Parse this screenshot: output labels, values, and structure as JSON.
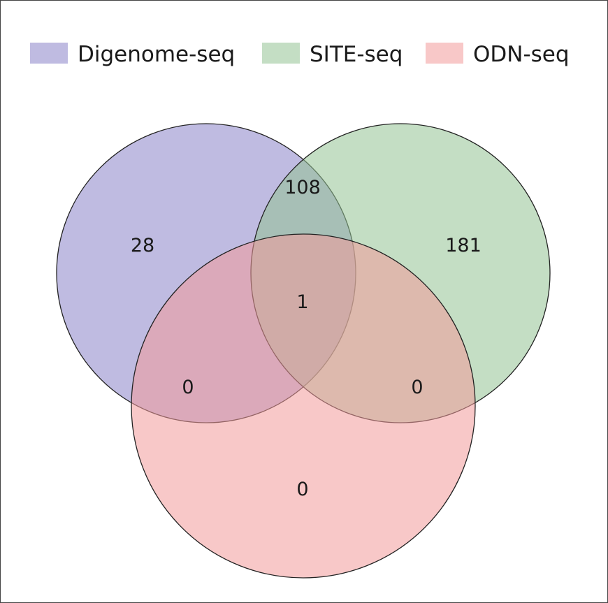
{
  "sets": [
    {
      "key": "A",
      "name": "Digenome-seq",
      "color": "#8b84c8"
    },
    {
      "key": "B",
      "name": "SITE-seq",
      "color": "#93c293"
    },
    {
      "key": "C",
      "name": "ODN-seq",
      "color": "#f29a9a"
    }
  ],
  "regions": {
    "A_only": "28",
    "B_only": "181",
    "C_only": "0",
    "AB": "108",
    "AC": "0",
    "BC": "0",
    "ABC": "1"
  }
}
